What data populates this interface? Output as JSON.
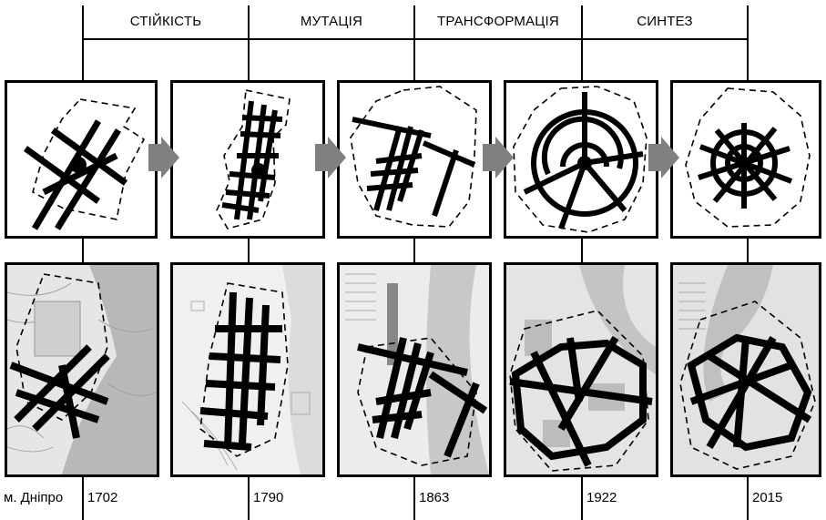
{
  "phases": [
    {
      "label": "СТІЙКІСТЬ"
    },
    {
      "label": "МУТАЦІЯ"
    },
    {
      "label": "ТРАНСФОРМАЦІЯ"
    },
    {
      "label": "СИНТЕЗ"
    }
  ],
  "city_label": "м. Дніпро",
  "stages": [
    {
      "year": "1702",
      "scheme": "grid"
    },
    {
      "year": "1790",
      "scheme": "dense-grid"
    },
    {
      "year": "1863",
      "scheme": "grid-with-axes"
    },
    {
      "year": "1922",
      "scheme": "radial-rings"
    },
    {
      "year": "2015",
      "scheme": "radial-dense"
    }
  ],
  "colors": {
    "ink": "#000000",
    "arrow": "#808080",
    "map_bg": "#f4f4f4"
  }
}
